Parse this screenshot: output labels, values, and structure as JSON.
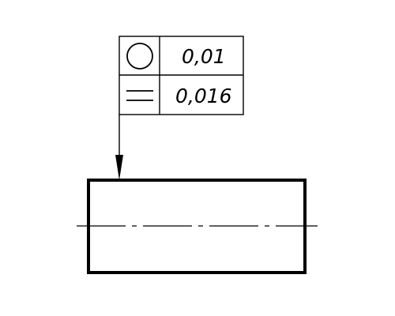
{
  "tolerance_frame": {
    "rows": [
      {
        "symbol": "circularity-symbol",
        "value": "0,01"
      },
      {
        "symbol": "flatness-symbol",
        "value": "0,016"
      }
    ]
  },
  "colors": {
    "line": "#000000",
    "background": "#ffffff"
  }
}
